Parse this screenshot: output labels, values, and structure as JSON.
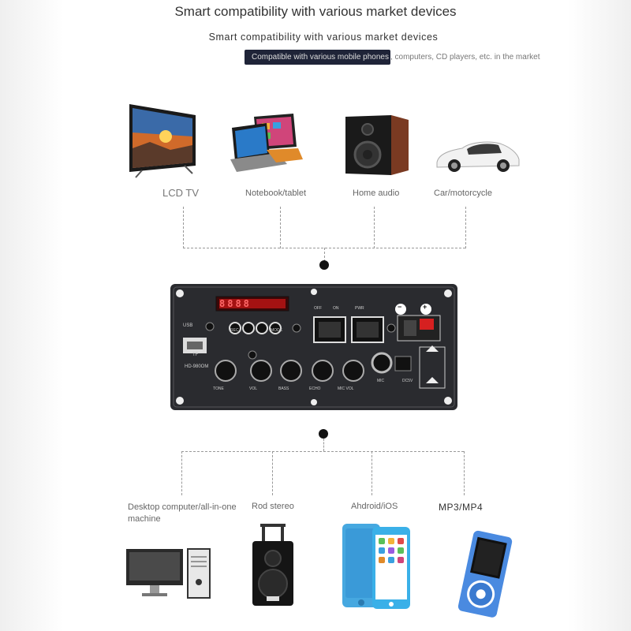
{
  "header": {
    "title": "Smart compatibility with various market devices",
    "subtitle": "Smart compatibility with various market devices",
    "compat_highlight": "Compatible with various mobile phones",
    "compat_rest": ", computers, CD players, etc. in the market"
  },
  "top_devices": [
    {
      "label": "LCD TV",
      "icon": "lcd-tv-icon"
    },
    {
      "label": "Notebook/tablet",
      "icon": "laptop-icon"
    },
    {
      "label": "Home audio",
      "icon": "speaker-icon"
    },
    {
      "label": "Car/motorcycle",
      "icon": "car-icon"
    }
  ],
  "bottom_devices": [
    {
      "label_line1": "Desktop computer/all-in-one",
      "label_line2": "machine",
      "icon": "desktop-computer-icon"
    },
    {
      "label": "Rod stereo",
      "icon": "trolley-speaker-icon"
    },
    {
      "label": "Ahdroid/iOS",
      "icon": "smartphone-icon"
    },
    {
      "label": "MP3/MP4",
      "icon": "mp3-player-icon"
    }
  ],
  "panel": {
    "display": "8888",
    "usb_label": "USB",
    "tf_label": "TF",
    "brand": "HD-980OM",
    "knob_labels": [
      "TONE",
      "VOL",
      "BASS",
      "ECHO",
      "MIC VOL"
    ],
    "button_labels": [
      "REC",
      "MODE"
    ],
    "switch_labels": [
      "OFF",
      "ON",
      "PWR"
    ],
    "mic_label": "MIC",
    "dc_label": "DC5V",
    "polarity_minus": "−",
    "polarity_plus": "+"
  },
  "colors": {
    "panel": "#2a2b2f",
    "display": "#c81616",
    "terminal_red": "#d62020",
    "highlight_bg": "#1f2438"
  }
}
